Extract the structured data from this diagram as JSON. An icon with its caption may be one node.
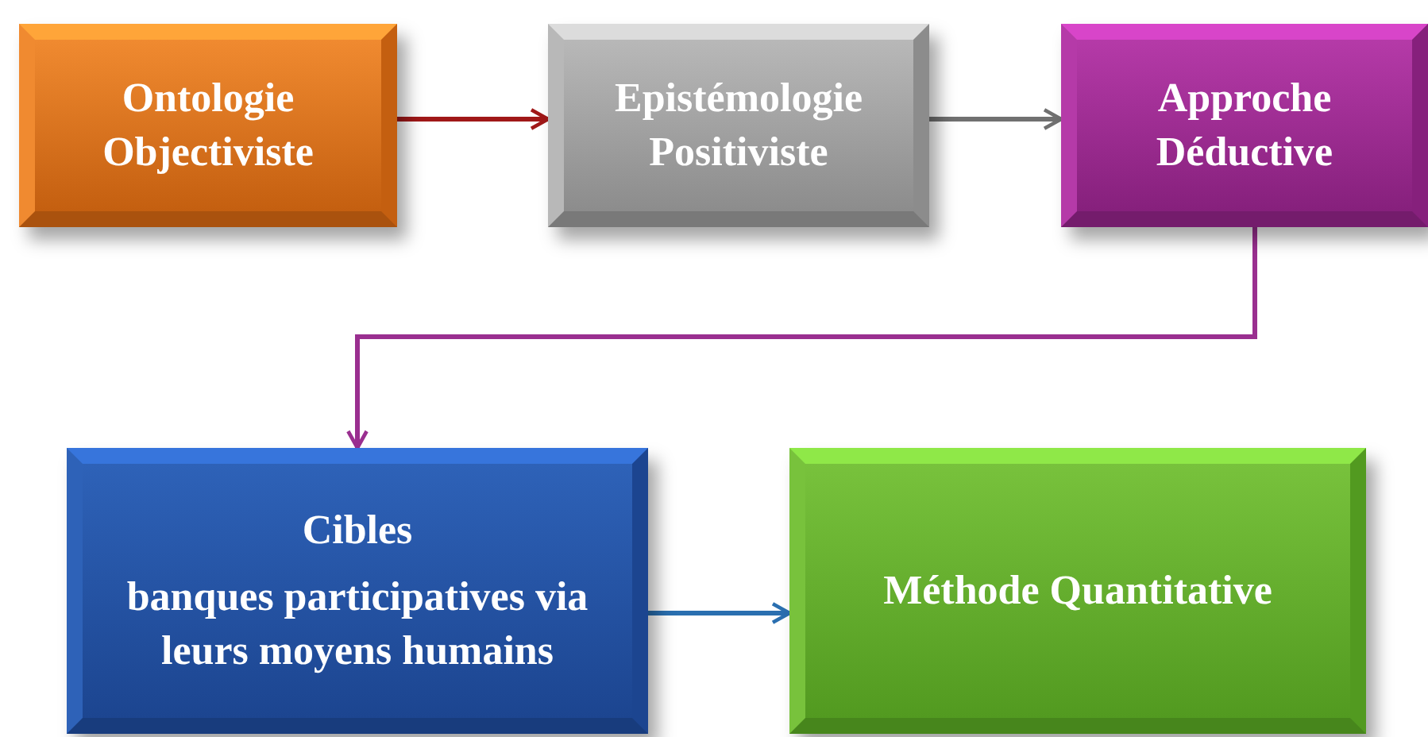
{
  "diagram": {
    "nodes": [
      {
        "text": [
          "Ontologie Objectiviste"
        ]
      },
      {
        "text": [
          "Epistémologie Positiviste"
        ]
      },
      {
        "text": [
          "Approche Déductive"
        ]
      },
      {
        "text": [
          "Cibles",
          "banques participatives via leurs moyens humains"
        ]
      },
      {
        "text": [
          "Méthode Quantitative"
        ]
      }
    ],
    "edges": [
      {
        "from": 0,
        "to": 1,
        "arrow": "to",
        "color": "#a01818"
      },
      {
        "from": 1,
        "to": 2,
        "arrow": "to",
        "color": "#707070"
      },
      {
        "from": 2,
        "to": 3,
        "arrow": "to",
        "color": "#9a2f90"
      },
      {
        "from": 3,
        "to": 4,
        "arrow": "to",
        "color": "#2a6fb0"
      }
    ]
  }
}
